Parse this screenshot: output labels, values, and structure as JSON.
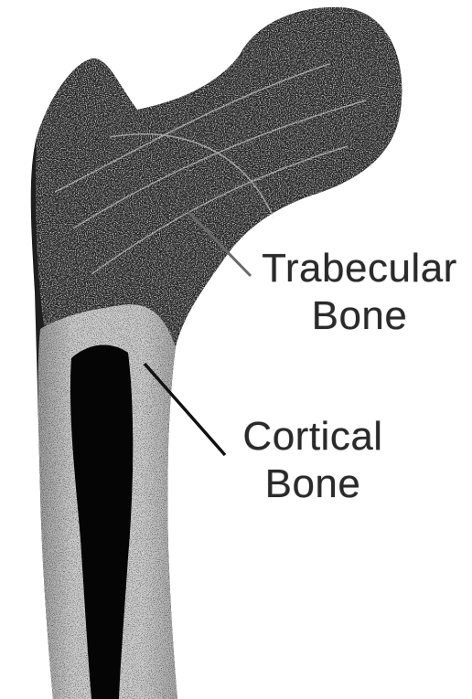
{
  "labels": {
    "trabecular": {
      "line1": "Trabecular",
      "line2": "Bone"
    },
    "cortical": {
      "line1": "Cortical",
      "line2": "Bone"
    }
  },
  "colors": {
    "background": "#ffffff",
    "bone_dark": "#1c1c1c",
    "bone_mid": "#5a5a5a",
    "cortex_light": "#c9c9c9",
    "medullary_cavity": "#050505",
    "label_text": "#2a2a2a"
  }
}
